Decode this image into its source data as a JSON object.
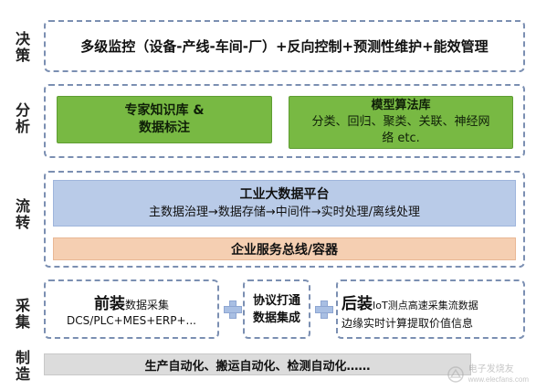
{
  "layers": {
    "decision": "决策",
    "analysis": "分析",
    "flow": "流转",
    "collection": "采集",
    "manufacturing": "制造"
  },
  "decision_text": "多级监控（设备-产线-车间-厂）+反向控制+预测性维护+能效管理",
  "analysis": {
    "knowledge_box_line1": "专家知识库 &",
    "knowledge_box_line2": "数据标注",
    "model_box_title": "模型算法库",
    "model_box_line2": "分类、回归、聚类、关联、神经网",
    "model_box_line3": "络 etc."
  },
  "flow": {
    "platform_title": "工业大数据平台",
    "platform_steps": "主数据治理→数据存储→中间件→实时处理/离线处理",
    "enterprise_bus": "企业服务总线/容器"
  },
  "collection": {
    "front_title": "前装",
    "front_subtitle": "数据采集",
    "front_line2": "DCS/PLC+MES+ERP+...",
    "protocol_line1": "协议打通",
    "protocol_line2": "数据集成",
    "rear_title": "后装",
    "rear_subtitle": "IoT测点高速采集流数据",
    "rear_line2": "边缘实时计算提取价值信息"
  },
  "manufacturing_text": "生产自动化、搬运自动化、检测自动化……",
  "watermark": {
    "line1": "电子发烧友",
    "line2": "www.elecfans.com"
  },
  "colors": {
    "green": "#78b943",
    "blue": "#b9cbe8",
    "peach": "#f5cfb2",
    "grey": "#dcdcdc",
    "dashed_border": "#7b8fb2"
  }
}
